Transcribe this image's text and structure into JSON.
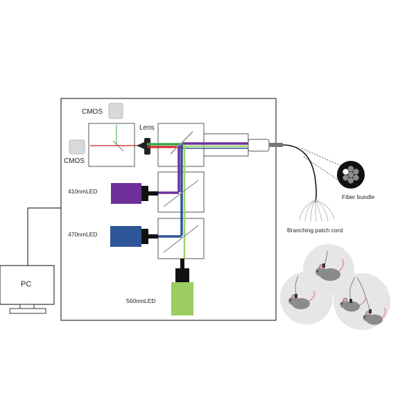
{
  "labels": {
    "cmos_top": "CMOS",
    "cmos_left": "CMOS",
    "lens": "Lens",
    "led_410": "410nmLED",
    "led_470": "470nmLED",
    "led_560": "560nmLED",
    "pc": "PC",
    "fiber_bundle": "Fiber bundle",
    "patch_cord": "Branching patch cord"
  },
  "colors": {
    "led_410": "#6f2f9a",
    "led_470": "#2e5597",
    "led_560": "#9bcd61",
    "beam_green": "#36a84b",
    "beam_red": "#d42020",
    "beam_purple": "#6f2f9a",
    "beam_blue": "#2e5597",
    "beam_lightgreen": "#9bd46a",
    "mouse_circle": "#e6e6e6",
    "mouse_body": "#8a8a8a",
    "mouse_tail": "#e79ab0"
  }
}
